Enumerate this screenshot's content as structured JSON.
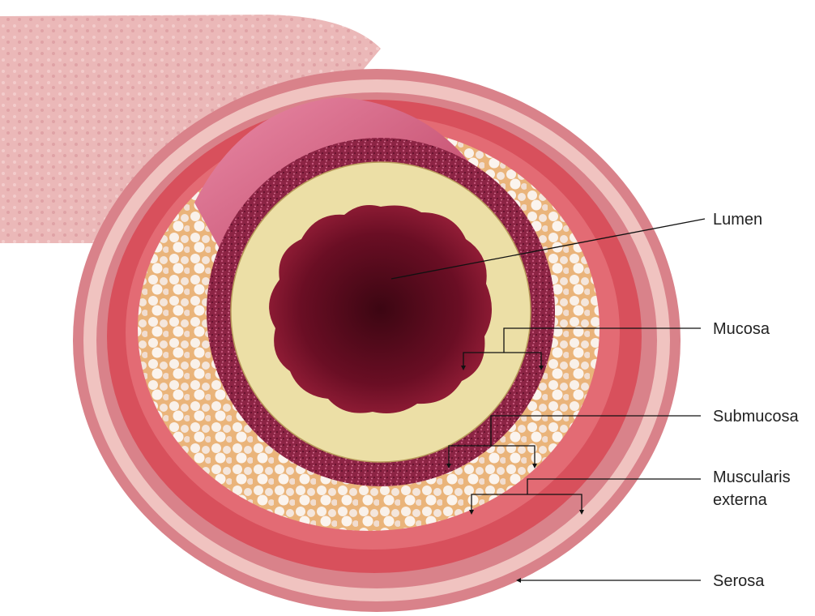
{
  "diagram": {
    "colors": {
      "serosa": "#d9828a",
      "serosa_light": "#f0c3c0",
      "muscularis": "#d8505c",
      "muscularis_dark": "#a12a3a",
      "submucosa": "#f3d2a6",
      "fat_globules": "#f7efe9",
      "mucosa_ring": "#8a1f3f",
      "mucosa_inner": "#ecdfa6",
      "lumen": "#5b0a1c",
      "tube_skin": "#e9b0b4",
      "leader_line": "#111111"
    },
    "labels": {
      "lumen": "Lumen",
      "mucosa": "Mucosa",
      "submucosa": "Submucosa",
      "muscularis_line1": "Muscularis",
      "muscularis_line2": "externa",
      "serosa": "Serosa"
    }
  }
}
